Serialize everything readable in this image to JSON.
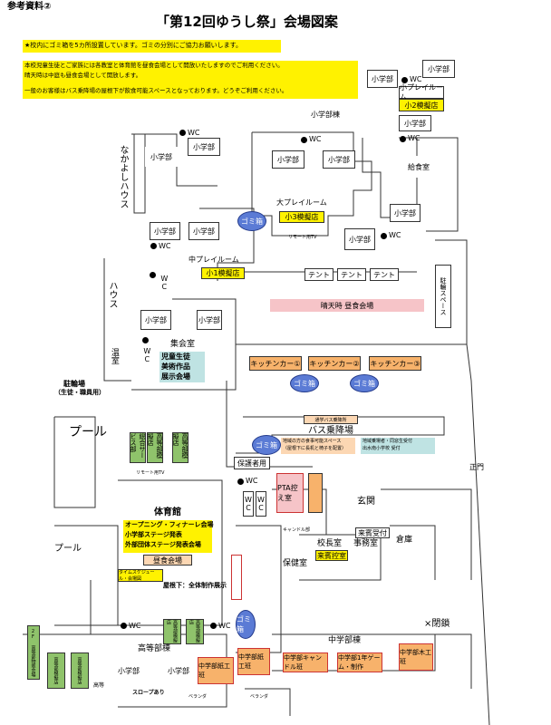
{
  "header": {
    "ref": "参考資料②",
    "title": "「第12回ゆうし祭」会場図案"
  },
  "notices": {
    "trash": "★校内にゴミ箱を5カ所設置しています。ゴミの分別にご協力お願いします。",
    "line1": "本校児童生徒とご家族には各教室と体育館を昼食会場として開放いたしますのでご利用ください。",
    "line2": "晴天時は中庭も昼食会場として開放します。",
    "line3": "一般のお客様はバス乗降場の屋根下が飲食可能スペースとなっております。どうぞご利用ください。"
  },
  "labels": {
    "shogakubu": "小学部",
    "wc": "WC",
    "shogakubutou": "小学部棟",
    "kyushoku": "給食室",
    "nakayoshi": "なかよしハウス",
    "oopurei": "大プレイルーム",
    "shop3": "小3模擬店",
    "shop2": "小2模擬店",
    "shop1": "小1模擬店",
    "kopurei": "小プレイルーム",
    "nakapurei": "中プレイルーム",
    "remote": "リモート用TV",
    "tent": "テント",
    "lunch_fine": "晴天時 昼食会場",
    "bus_space": "駐輪スペース",
    "house": "ハウス",
    "onshitsu": "温室",
    "churinjo": "駐輪場",
    "churinjo_sub": "（生徒・職員用）",
    "shukai": "集会室",
    "exhibit1": "児童生徒",
    "exhibit2": "美術作品",
    "exhibit3": "展示会場",
    "kc1": "キッチンカー①",
    "kc2": "キッチンカー②",
    "kc3": "キッチンカー③",
    "gomi": "ゴミ箱",
    "pool": "プール",
    "bus": "バス乗降場",
    "bus_note1": "通学バス乗降所",
    "bus_note2": "地域の方の食事可能スペース",
    "bus_note3": "（屋根下に長机と椅子を配置）",
    "chiiki1": "地域乗場者・同窓生受付",
    "chiiki2": "出水南小学校 受付",
    "seimon": "正門",
    "kotou1": "高等",
    "kotou2": "部",
    "kotou_shop": "高等部模擬店",
    "service": "総合サービス部",
    "hokensha": "保護者用",
    "pta": "PTA控え室",
    "genkan": "玄関",
    "raihin": "来賓受付",
    "kochoshitsu": "校長室",
    "raihin_hikae": "来賓控室",
    "jimu": "事務室",
    "soko": "倉庫",
    "taiikukan": "体育館",
    "stage1": "オープニング・フィナーレ会場",
    "stage2": "小学部ステージ発表",
    "stage3": "外部団体ステージ発表会場",
    "lunch_gym": "昼食会場",
    "timesched": "タイムスケジュール・会場図",
    "yanechika": "屋根下：全体制作展示",
    "hokenshitsu": "保健室",
    "candle": "キャンドル部",
    "chugakubutou": "中学部棟",
    "heisa": "×閉鎖",
    "kotoubutou": "高等部棟",
    "beranda": "ベランダ",
    "slope": "スロープあり",
    "daisankaigan": "2F 高等部物販会場",
    "chu_candle": "中学部キャンドル班",
    "chu_game": "中学部1年ゲーム・制作",
    "chu_mokko": "中学部木工班",
    "chu_shiko": "中学部紙工班",
    "shiko_shogaku": "中学部紙工班"
  }
}
